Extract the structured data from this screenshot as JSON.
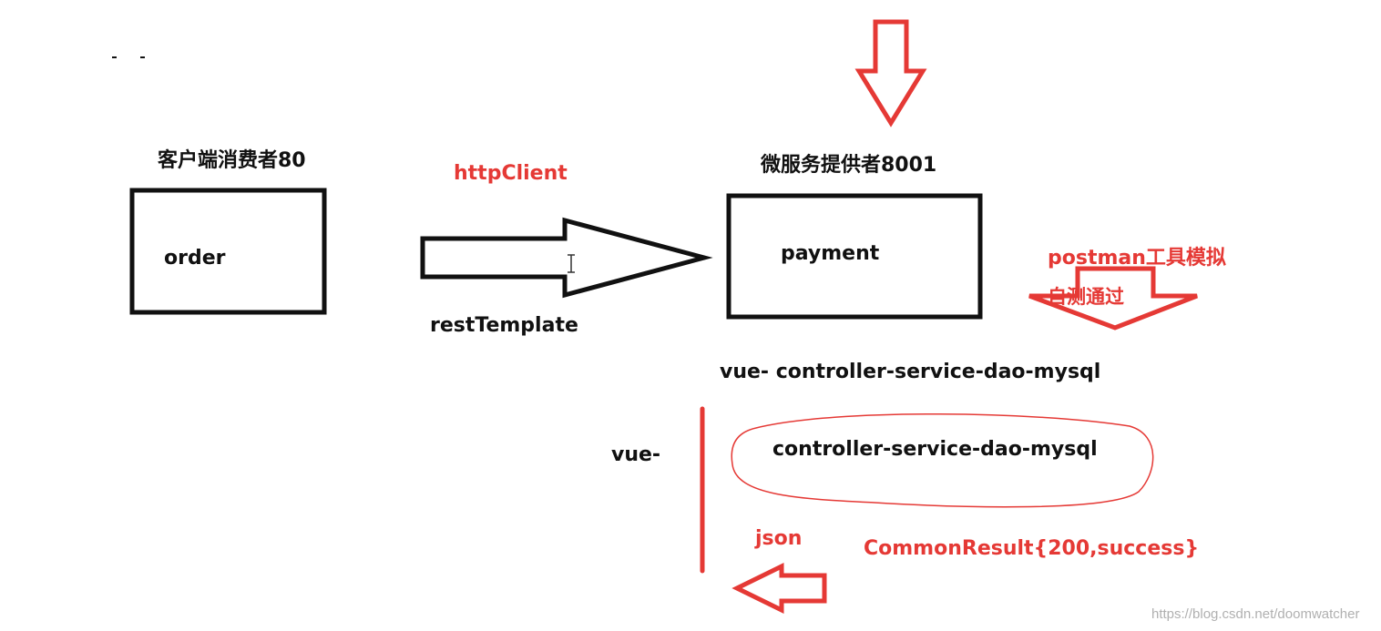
{
  "consumer": {
    "title": "客户端消费者80",
    "box_label": "order"
  },
  "provider": {
    "title": "微服务提供者8001",
    "box_label": "payment"
  },
  "transport": {
    "top_label": "httpClient",
    "bottom_label": "restTemplate"
  },
  "postman": {
    "label": "postman工具模拟",
    "sub_label": "自测通过"
  },
  "architecture": {
    "full_chain": "vue- controller-service-dao-mysql",
    "frontend": "vue-",
    "backend_chain": "controller-service-dao-mysql"
  },
  "response": {
    "format": "json",
    "result": "CommonResult{200,success}"
  },
  "watermark": "https://blog.csdn.net/doomwatcher",
  "colors": {
    "ink": "#111111",
    "accent": "#e53935"
  }
}
